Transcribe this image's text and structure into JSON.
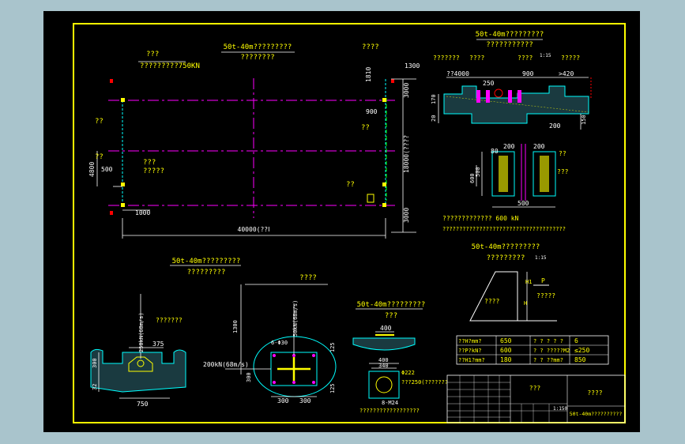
{
  "colors": {
    "background": "#000000",
    "outer_frame": "#a9c4cc",
    "border": "#ffff00",
    "dimension": "#ffffff",
    "label_yellow": "#ffff00",
    "outline_cyan": "#00ffff",
    "axis_magenta": "#ff00ff",
    "mark_red": "#ff0000",
    "fill_green": "#00ff00"
  },
  "plan": {
    "title": "50t-40m?????????",
    "subtitle": "????????",
    "top_label_1": "???",
    "top_label_2": "?????????750KN",
    "right_top_label": "????",
    "label_left_1": "??",
    "label_left_2": "??",
    "label_mid_1": "???",
    "label_mid_2": "?????",
    "label_right_1": "??",
    "label_right_2": "??",
    "dim_1300": "1300",
    "dim_1810": "1810",
    "dim_3000_top": "3000",
    "dim_900": "900",
    "dim_18000": "18000(????",
    "dim_3000_bottom": "3000",
    "dim_500": "500",
    "dim_4800": "4800",
    "dim_1000": "1000",
    "dim_40000": "40000(??Ⅰ"
  },
  "section_a": {
    "title": "50t-40m?????????",
    "subtitle": "???????????",
    "scale": "1:15",
    "label_1": "???????",
    "label_2": "????",
    "label_3": "????",
    "label_4": "?????",
    "dim_4000": "??4000",
    "dim_250": "250",
    "dim_900": "900",
    "dim_420": ">420",
    "dim_170": "170",
    "dim_20": "20",
    "dim_150": "150",
    "dim_200": "200"
  },
  "detail_b": {
    "dim_200_a": "200",
    "dim_200_b": "200",
    "dim_80": "80",
    "dim_500_left": "500",
    "dim_600": "600",
    "dim_500_bottom": "500",
    "label_1": "??",
    "label_2": "???",
    "note_1": "?????????????   600 kN",
    "note_2": "?????????????????????????????????????"
  },
  "section_c": {
    "title": "50t-40m?????????",
    "subtitle": "?????????",
    "scale": "1:15",
    "label_p": "P",
    "label_h1": "H1",
    "label_h": "H",
    "label_body": "????",
    "label_side": "?????"
  },
  "spec_table": {
    "rows": [
      [
        "??H?mm?",
        "650",
        "? ? ? ? ?",
        "6"
      ],
      [
        "??P?kN?",
        "600",
        "? ? ?????M2",
        "≤250"
      ],
      [
        "??H1?mm?",
        "180",
        "? ? ??mm?",
        "850"
      ]
    ]
  },
  "section_d": {
    "title": "50t-40m?????????",
    "subtitle": "?????????",
    "label": "???????",
    "dim_250kn": "250kN(68m/s)",
    "dim_375": "375",
    "dim_300": "300",
    "dim_32": "32",
    "dim_750": "750"
  },
  "section_e": {
    "title": "????",
    "dim_1300": "1300",
    "dim_200kn": "200kN(68m/s)",
    "dim_50kn": "50kN(68m/s)",
    "dim_6phi": "6-Φ30",
    "dim_125": "125",
    "dim_300": "300",
    "dim_125b": "125",
    "dim_300_a": "300",
    "dim_300_b": "300"
  },
  "section_f": {
    "title": "50t-40m?????????",
    "subtitle": "???",
    "dim_400": "400",
    "dim_400b": "400",
    "dim_340": "340",
    "dim_phi222": "Φ222",
    "label_1": "???250(???????",
    "dim_8m24": "8-M24",
    "bottom_note": "??????????????????"
  },
  "title_block": {
    "cell_1": "???",
    "cell_2": "????",
    "drawing_name": "50t-40m??????????",
    "scale": "1:150"
  }
}
